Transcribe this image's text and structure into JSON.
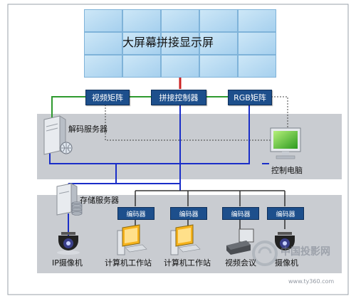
{
  "wall": {
    "title": "大屏幕拼接显示屏"
  },
  "matrix": {
    "video": "视频矩阵",
    "splice": "拼接控制器",
    "rgb": "RGB矩阵"
  },
  "servers": {
    "decode": "解码服务器",
    "storage": "存储服务器"
  },
  "control_pc": "控制电脑",
  "encoder_label": "编码器",
  "devices": {
    "ip_camera": "IP摄像机",
    "workstation_1": "计算机工作站",
    "workstation_2": "计算机工作站",
    "video_conf": "视频会议",
    "camera": "摄像机"
  },
  "watermark": {
    "brand": "中国投影网",
    "url": "www.ty360.com"
  },
  "colors": {
    "red_link": "#cc2222",
    "green_link": "#2e9a2e",
    "blue_bus": "#1a2ec8",
    "dark_bus": "#333333",
    "band": "#c9ccd1",
    "box": "#1d4f8c"
  }
}
